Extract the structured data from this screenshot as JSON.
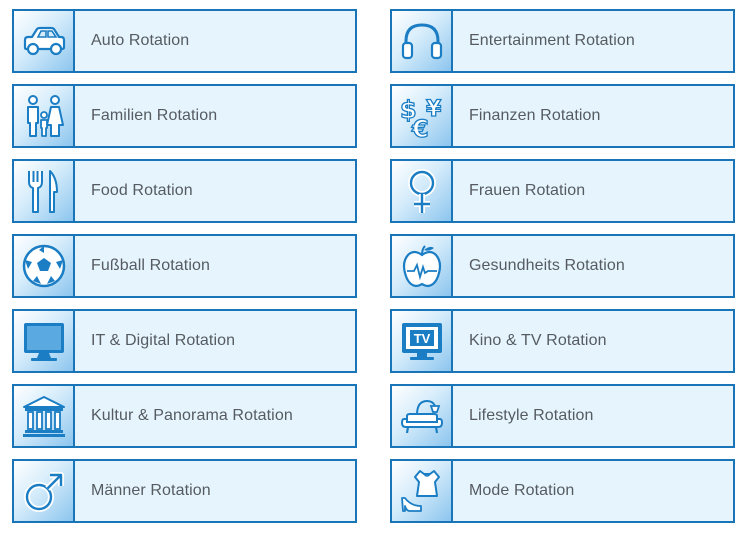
{
  "tiles": [
    {
      "label": "Auto Rotation",
      "icon": "car-icon"
    },
    {
      "label": "Entertainment Rotation",
      "icon": "headphones-icon"
    },
    {
      "label": "Familien Rotation",
      "icon": "family-icon"
    },
    {
      "label": "Finanzen Rotation",
      "icon": "currency-icon"
    },
    {
      "label": "Food Rotation",
      "icon": "fork-knife-icon"
    },
    {
      "label": "Frauen Rotation",
      "icon": "female-symbol-icon"
    },
    {
      "label": "Fußball Rotation",
      "icon": "football-icon"
    },
    {
      "label": "Gesundheits Rotation",
      "icon": "apple-heartbeat-icon"
    },
    {
      "label": "IT & Digital Rotation",
      "icon": "monitor-icon"
    },
    {
      "label": "Kino & TV Rotation",
      "icon": "tv-icon"
    },
    {
      "label": "Kultur & Panorama Rotation",
      "icon": "museum-icon"
    },
    {
      "label": "Lifestyle Rotation",
      "icon": "lounge-lamp-icon"
    },
    {
      "label": "Männer Rotation",
      "icon": "male-symbol-icon"
    },
    {
      "label": "Mode Rotation",
      "icon": "dress-heel-icon"
    }
  ],
  "icon_text": {
    "tv": "TV"
  },
  "colors": {
    "border": "#1a74b8",
    "tile_bg": "#e6f5fd",
    "icon_blue": "#1b7dc4",
    "label": "#555b61"
  }
}
